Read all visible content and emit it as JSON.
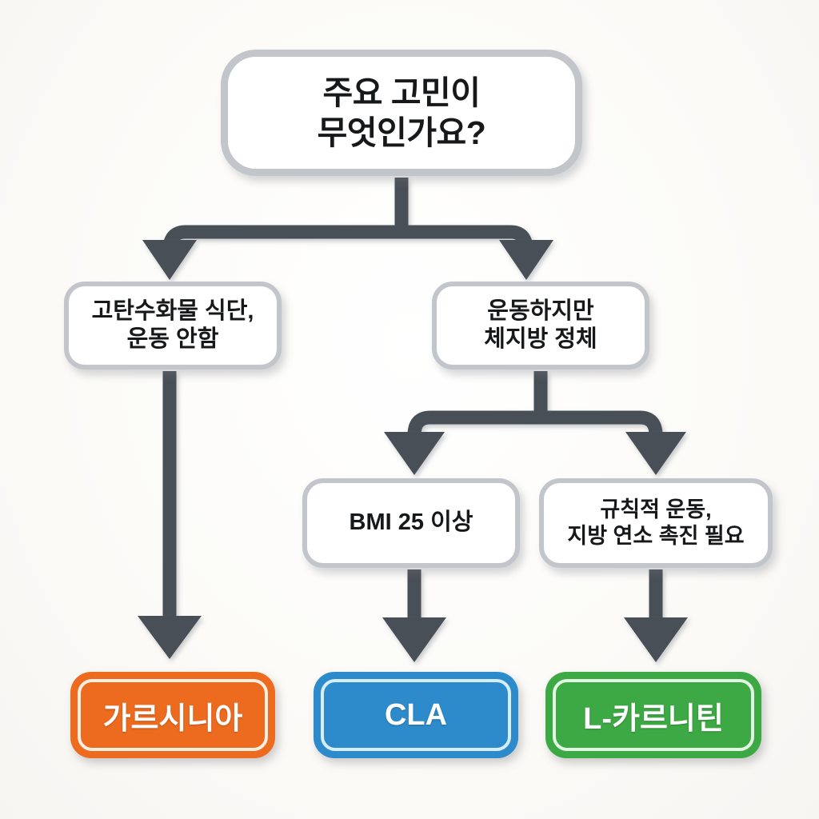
{
  "diagram": {
    "title_text": "주요 고민이\n무엇인가요?",
    "background_color": "#fdfcfa",
    "connector_color": "#4a5057",
    "node_border_color": "#c2c6ca",
    "node_fill_color": "#ffffff"
  },
  "nodes": {
    "root": {
      "id": "root-question",
      "text": "주요 고민이\n무엇인가요?",
      "kind": "question"
    },
    "level2": [
      {
        "id": "branch-high-carb",
        "text": "고탄수화물 식단,\n운동 안함",
        "kind": "condition"
      },
      {
        "id": "branch-exercise-plateau",
        "text": "운동하지만\n체지방 정체",
        "kind": "condition"
      }
    ],
    "level3": [
      {
        "id": "condition-bmi",
        "text": "BMI 25 이상",
        "kind": "condition"
      },
      {
        "id": "condition-regular-exercise",
        "text": "규칙적 운동,\n지방 연소 촉진 필요",
        "kind": "condition"
      }
    ],
    "results": [
      {
        "id": "result-garcinia",
        "text": "가르시니아",
        "color": "#ed6b1f",
        "ring_color": "#fdf0e2"
      },
      {
        "id": "result-cla",
        "text": "CLA",
        "color": "#2d8bcb",
        "ring_color": "#d8eefc"
      },
      {
        "id": "result-carnitine",
        "text": "L-카르니틴",
        "color": "#3da944",
        "ring_color": "#e3f7e2"
      }
    ]
  },
  "edges": [
    {
      "id": "edge-root-to-high-carb",
      "from": "root-question",
      "to": "branch-high-carb",
      "shape": "split-left"
    },
    {
      "id": "edge-root-to-plateau",
      "from": "root-question",
      "to": "branch-exercise-plateau",
      "shape": "split-right"
    },
    {
      "id": "edge-high-carb-to-garcinia",
      "from": "branch-high-carb",
      "to": "result-garcinia",
      "shape": "straight-long"
    },
    {
      "id": "edge-plateau-to-bmi",
      "from": "branch-exercise-plateau",
      "to": "condition-bmi",
      "shape": "split-left"
    },
    {
      "id": "edge-plateau-to-regular",
      "from": "branch-exercise-plateau",
      "to": "condition-regular-exercise",
      "shape": "split-right"
    },
    {
      "id": "edge-bmi-to-cla",
      "from": "condition-bmi",
      "to": "result-cla",
      "shape": "straight-short"
    },
    {
      "id": "edge-regular-to-carnitine",
      "from": "condition-regular-exercise",
      "to": "result-carnitine",
      "shape": "straight-short"
    }
  ]
}
